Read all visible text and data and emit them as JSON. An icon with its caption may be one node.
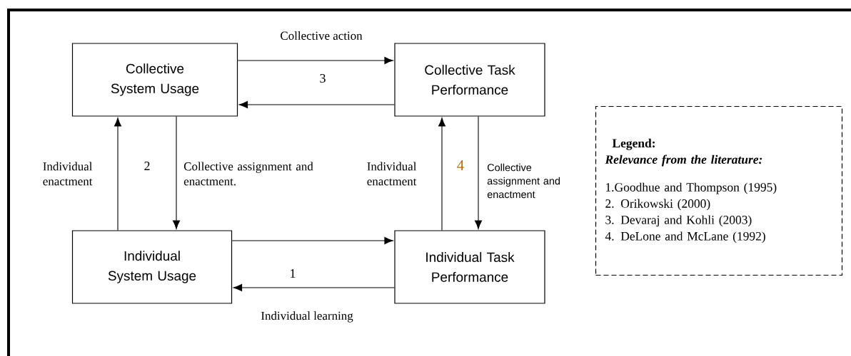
{
  "diagram": {
    "nodes": [
      {
        "text": [
          "Collective System Usage"
        ]
      },
      {
        "text": [
          "Collective Task Performance"
        ]
      },
      {
        "text": [
          "Individual System Usage"
        ]
      },
      {
        "text": [
          "Individual Task Performance"
        ]
      },
      {
        "text": [
          "Legend:",
          "Relevance from the literature:",
          "1.Goodhue and Thompson (1995)",
          "2. Orikowski (2000)",
          "3. Devaraj and Kohli (2003)",
          "4. DeLone and McLane (1992)"
        ]
      }
    ],
    "edges": [
      {
        "from": 0,
        "to": 1,
        "arrow": "to",
        "label": "Collective action"
      },
      {
        "from": 1,
        "to": 0,
        "arrow": "to"
      },
      {
        "from": 2,
        "to": 0,
        "arrow": "to",
        "label": "Individual enactment"
      },
      {
        "from": 0,
        "to": 2,
        "arrow": "to",
        "label": "Collective assignment and enactment."
      },
      {
        "from": 2,
        "to": 3,
        "arrow": "to"
      },
      {
        "from": 3,
        "to": 2,
        "arrow": "to",
        "label": "Individual learning"
      },
      {
        "from": 3,
        "to": 1,
        "arrow": "to",
        "label": "Individual enactment"
      },
      {
        "from": 1,
        "to": 3,
        "arrow": "to",
        "label": "Collective assignment and enactment"
      }
    ],
    "labels": [
      "3",
      "2",
      "4",
      "1"
    ]
  }
}
